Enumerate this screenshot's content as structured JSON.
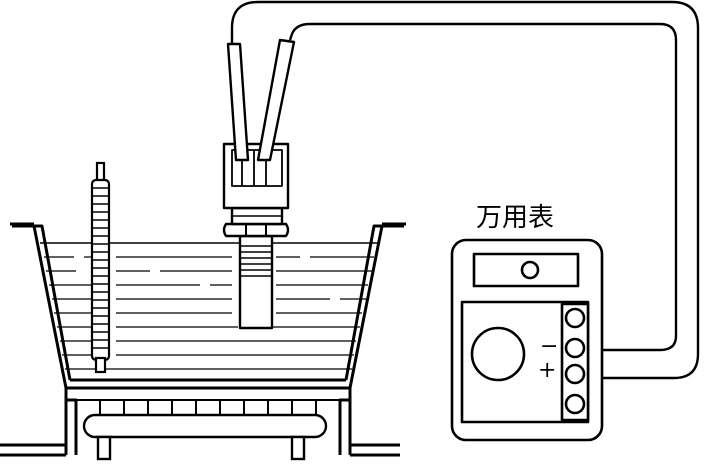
{
  "labels": {
    "meter": "万用表",
    "minus": "−",
    "plus": "+"
  },
  "colors": {
    "line": "#000000",
    "background": "#ffffff"
  },
  "components": {
    "thermometer": "thermometer",
    "sensor": "temperature-sensor",
    "container": "water-bath",
    "heater": "electric-heater",
    "meter": "multimeter"
  }
}
